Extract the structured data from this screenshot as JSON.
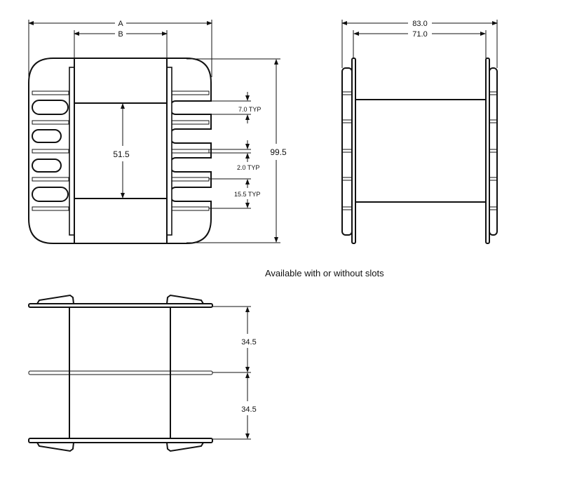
{
  "front_view": {
    "dim_a": "A",
    "dim_b": "B",
    "dim_window_height": "51.5",
    "dim_overall_height": "99.5",
    "dim_slot_pitch": "7.0 TYP",
    "dim_rib_thickness": "2.0 TYP",
    "dim_section_pitch": "15.5 TYP"
  },
  "side_view": {
    "dim_overall_width": "83.0",
    "dim_inner_width": "71.0"
  },
  "note": "Available with or without slots",
  "bottom_view": {
    "dim_upper_section": "34.5",
    "dim_lower_section": "34.5"
  }
}
